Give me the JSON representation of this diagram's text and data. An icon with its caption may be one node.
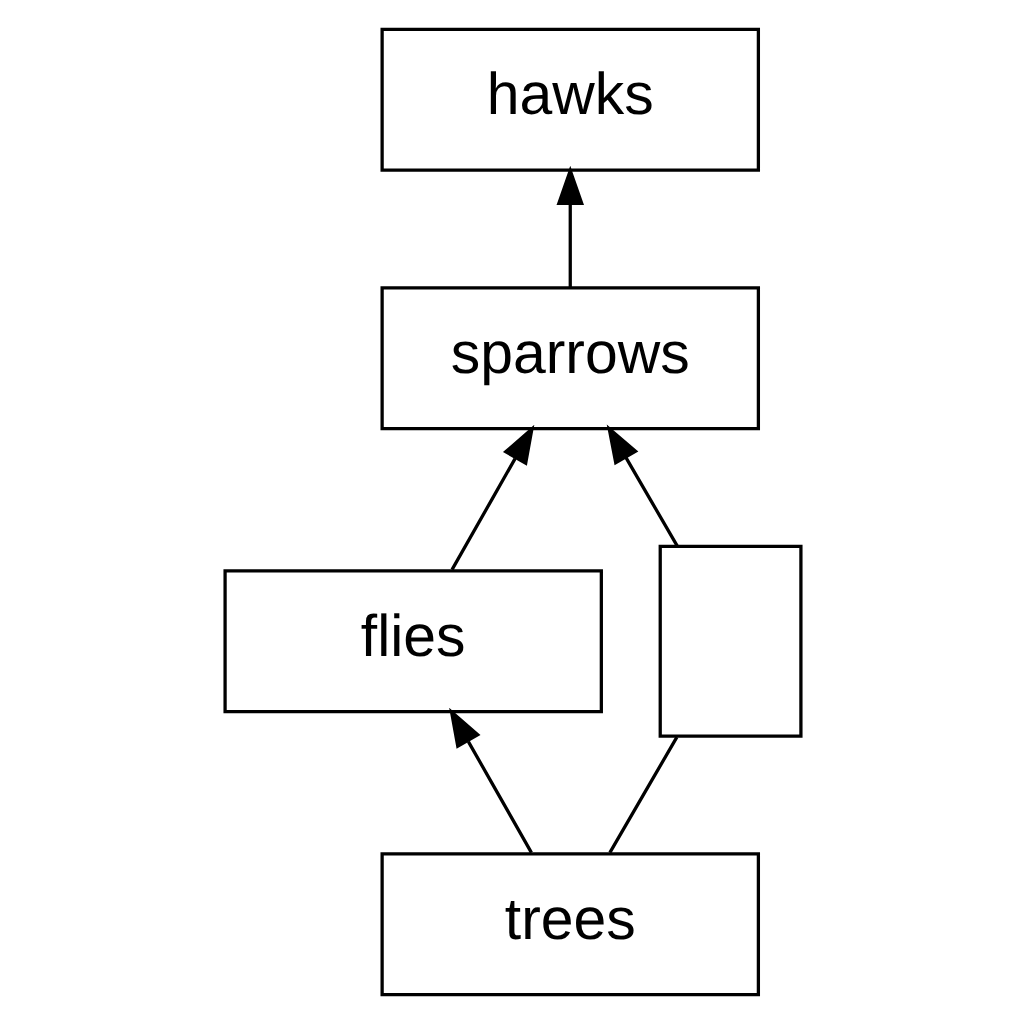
{
  "diagram": {
    "nodes": [
      {
        "text": [
          "hawks"
        ]
      },
      {
        "text": [
          "sparrows"
        ]
      },
      {
        "text": [
          "flies"
        ]
      },
      {
        "text": [
          "trees"
        ]
      },
      {
        "text": [],
        "shape": "box"
      }
    ],
    "edges": [
      {
        "from": 1,
        "to": 0,
        "arrow": "to"
      },
      {
        "from": 2,
        "to": 1,
        "arrow": "to"
      },
      {
        "from": 3,
        "to": 2,
        "arrow": "to"
      },
      {
        "from": 3,
        "to": 4,
        "arrow": "none"
      },
      {
        "from": 4,
        "to": 1,
        "arrow": "to"
      }
    ]
  }
}
